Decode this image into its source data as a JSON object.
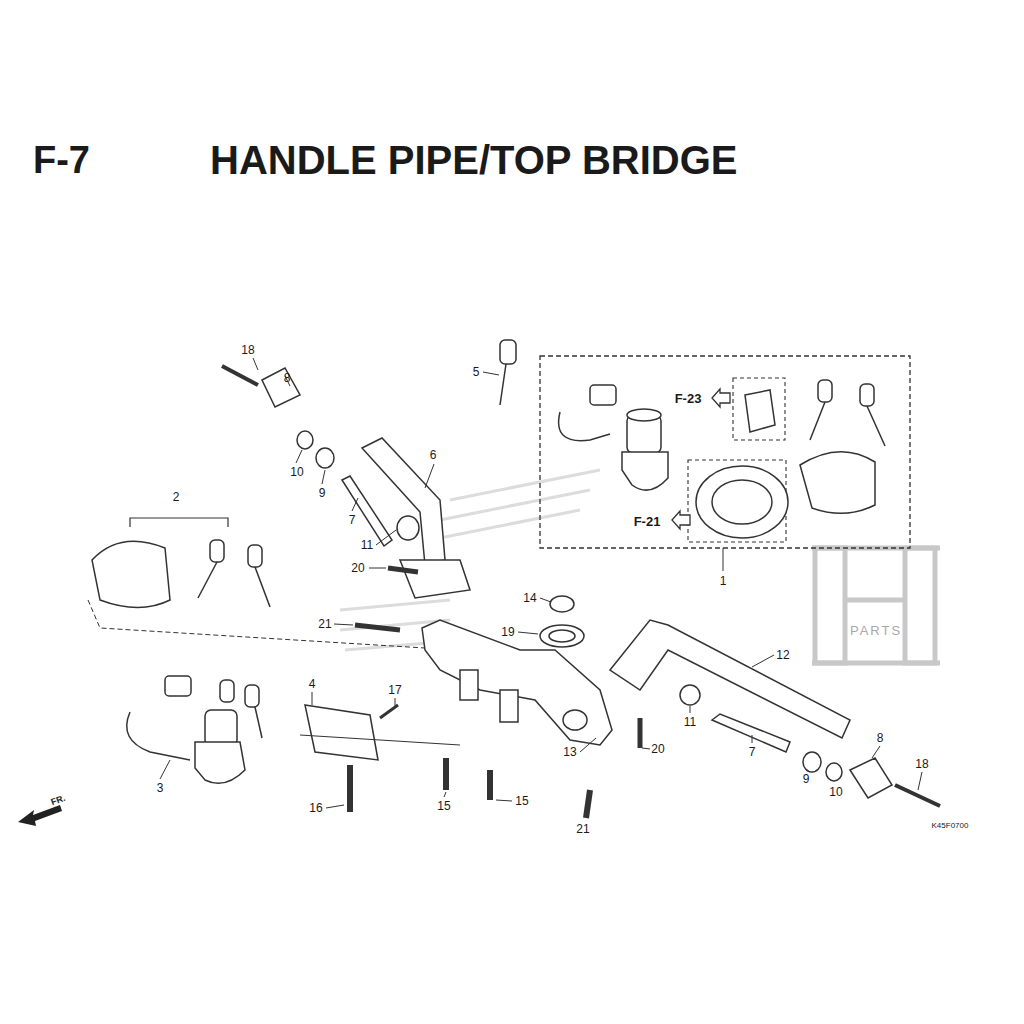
{
  "diagram": {
    "title": "HANDLE PIPE/TOP BRIDGE",
    "labels": [
      "F-7",
      "18",
      "8",
      "5",
      "6",
      "10",
      "9",
      "7",
      "F-23",
      "F-21",
      "2",
      "11",
      "20",
      "1",
      "14",
      "19",
      "21",
      "12",
      "4",
      "17",
      "11",
      "20",
      "8",
      "7",
      "13",
      "9",
      "10",
      "18",
      "3",
      "16",
      "15",
      "15",
      "21",
      "FR.",
      "K45F0700",
      "PARTS"
    ]
  }
}
